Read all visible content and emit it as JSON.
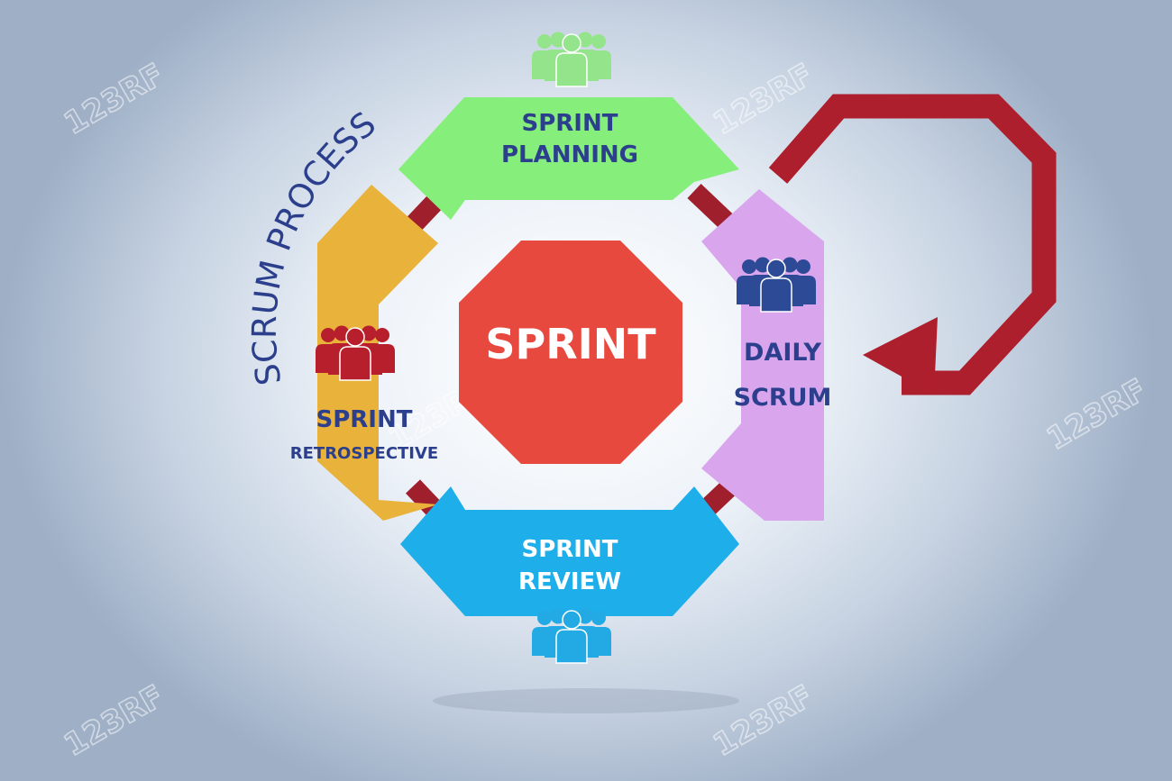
{
  "title": "SCRUM PROCESS",
  "center": {
    "label": "SPRINT"
  },
  "stages": {
    "planning": {
      "line1": "SPRINT",
      "line2": "PLANNING"
    },
    "daily": {
      "line1": "DAILY",
      "line2": "SCRUM"
    },
    "review": {
      "line1": "SPRINT",
      "line2": "REVIEW"
    },
    "retro": {
      "line1": "SPRINT",
      "line2": "RETROSPECTIVE"
    }
  },
  "watermark": "123RF",
  "colors": {
    "planning": "#86ee7a",
    "daily": "#d9a6ee",
    "review": "#1eaeea",
    "retro": "#e9b23b",
    "center": "#e8493e",
    "connector": "#a01f2c",
    "loop_arrow": "#ae1f2d",
    "text": "#2b3f8c",
    "team_planning": "#93e48a",
    "team_daily": "#2d4a97",
    "team_review": "#23a9e4",
    "team_retro": "#b81f2c"
  }
}
